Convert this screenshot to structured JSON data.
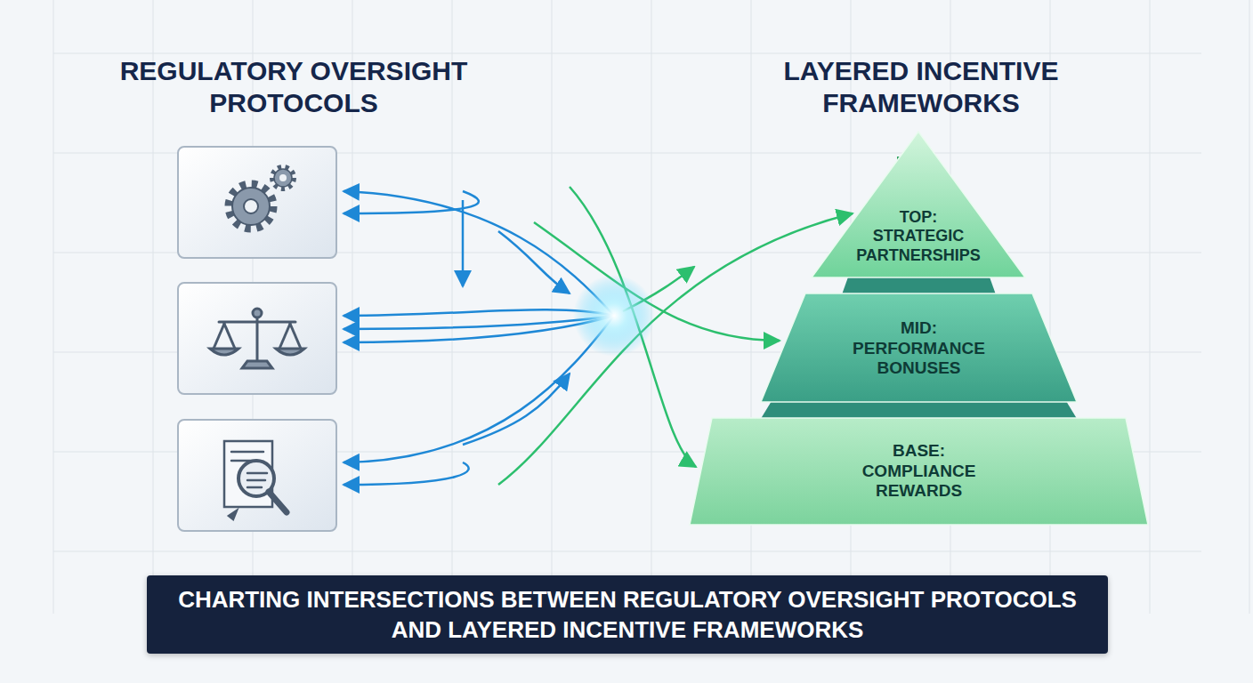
{
  "diagram": {
    "caption": "CHARTING INTERSECTIONS BETWEEN REGULATORY OVERSIGHT PROTOCOLS AND LAYERED INCENTIVE FRAMEWORKS",
    "nodes": [
      {
        "text": [
          "TOP: STRATEGIC PARTNERSHIPS"
        ]
      },
      {
        "text": [
          "MID: PERFORMANCE BONUSES"
        ]
      },
      {
        "text": [
          "BASE: COMPLIANCE REWARDS"
        ]
      }
    ],
    "labels": [
      "REGULATORY OVERSIGHT PROTOCOLS",
      "LAYERED INCENTIVE FRAMEWORKS"
    ]
  }
}
